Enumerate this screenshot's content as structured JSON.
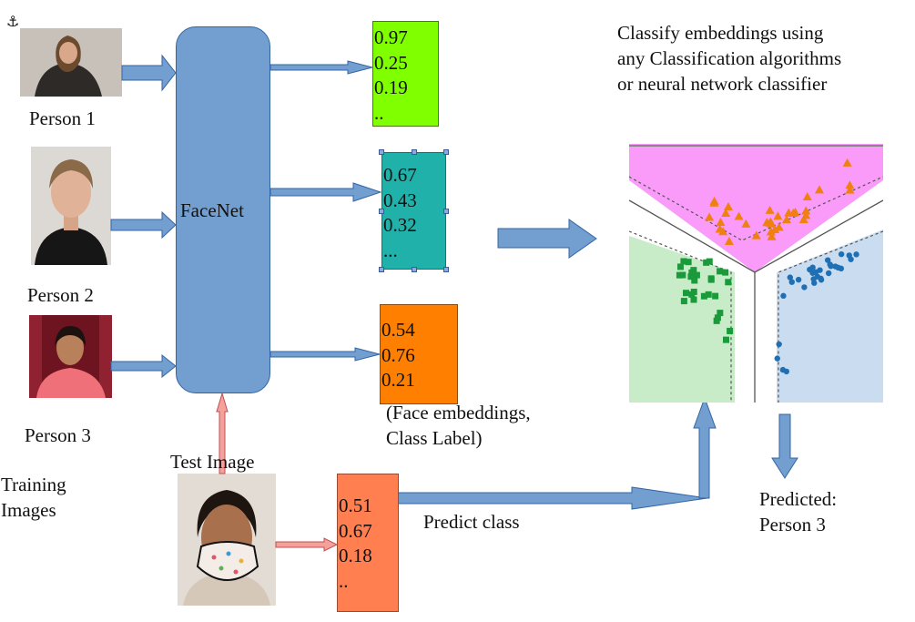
{
  "diagram": {
    "persons": [
      "Person 1",
      "Person 2",
      "Person 3"
    ],
    "training_label": "Training\nImages",
    "facenet_label": "FaceNet",
    "test_image_label": "Test Image",
    "embeddings": [
      {
        "values": [
          "0.97",
          "0.25",
          "0.19",
          ".."
        ],
        "color": "#80ff00"
      },
      {
        "values": [
          "0.67",
          "0.43",
          "0.32",
          "..."
        ],
        "color": "#20b2aa"
      },
      {
        "values": [
          "0.54",
          "0.76",
          "0.21"
        ],
        "color": "#ff8000"
      }
    ],
    "test_embedding": {
      "values": [
        "0.51",
        "0.67",
        "0.18",
        ".."
      ],
      "color": "#ff7f50"
    },
    "embedding_caption": "(Face embeddings,\nClass Label)",
    "classifier_caption": "Classify embeddings using\nany Classification algorithms\nor neural network classifier",
    "predict_class_label": "Predict class",
    "predicted_label": "Predicted:\nPerson 3",
    "colors": {
      "arrow_fill": "#729fcf",
      "arrow_stroke": "#3465a4",
      "test_arrow": "#f4a09c",
      "region_top": "#fa9bfa",
      "region_left": "#c8ecc8",
      "region_right": "#c9dcf0",
      "class_orange": "#f08010",
      "class_green": "#1a9a3a",
      "class_blue": "#1f6fb4"
    }
  },
  "icons": {
    "anchor": "⚓"
  }
}
